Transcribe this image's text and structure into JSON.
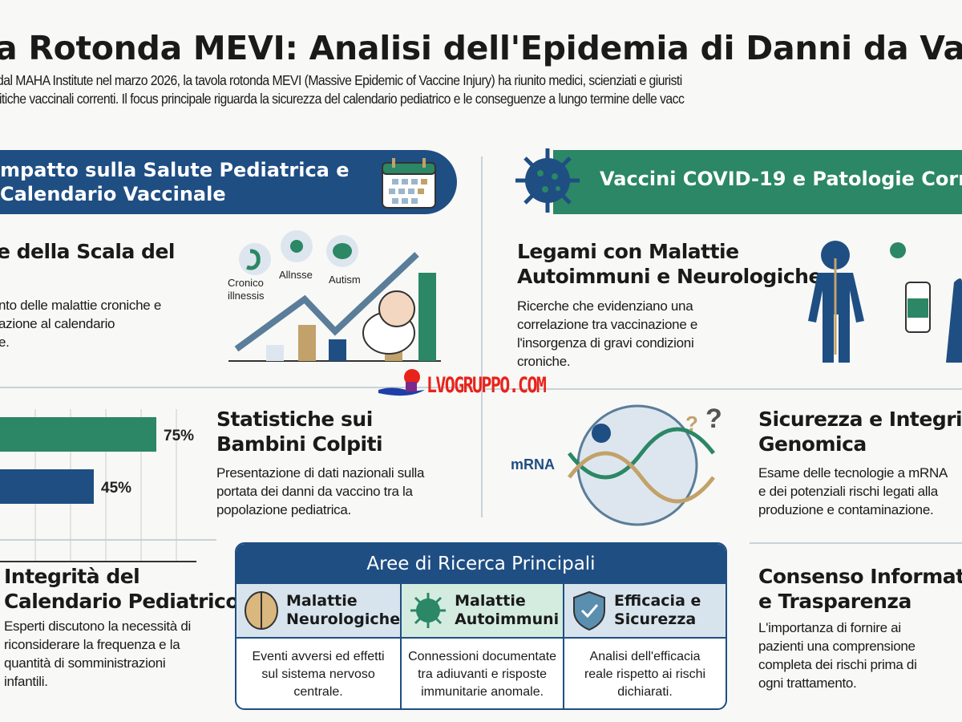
{
  "header": {
    "title": "a Rotonda MEVI: Analisi dell'Epidemia di Danni da Va",
    "subtitle_line1": "dal MAHA Institute nel marzo 2026, la tavola rotonda MEVI (Massive Epidemic of Vaccine Injury) ha riunito medici, scienziati e giuristi",
    "subtitle_line2": "litiche vaccinali correnti. Il focus principale riguarda la sicurezza del calendario pediatrico e le conseguenze a lungo termine delle vacc"
  },
  "left_banner": {
    "line1": "mpatto sulla Salute Pediatrica e",
    "line2": "Calendario Vaccinale",
    "icon": "calendar-icon"
  },
  "right_banner": {
    "title": "Vaccini COVID-19 e Patologie Corr",
    "icon": "virus-icon"
  },
  "scale_section": {
    "title": "e della Scala del",
    "desc": [
      "nto delle malattie croniche e",
      "azione al calendario",
      "e."
    ],
    "illustration_labels": [
      "Cronico",
      "illnessis",
      "Allnsse",
      "Autism"
    ]
  },
  "stats_section": {
    "title_line1": "Statistiche sui",
    "title_line2": "Bambini Colpiti",
    "desc": [
      "Presentazione di dati nazionali sulla",
      "portata dei danni da vaccino tra la",
      "popolazione pediatrica."
    ]
  },
  "chart_data": {
    "type": "bar",
    "orientation": "horizontal",
    "values": [
      75,
      45
    ],
    "data_labels": [
      "75%",
      "45%"
    ],
    "colors": [
      "#2b8765",
      "#1f4e83"
    ],
    "xlim": [
      0,
      100
    ],
    "grid": true
  },
  "links_section": {
    "title_line1": "Legami con Malattie",
    "title_line2": "Autoimmuni e Neurologiche",
    "desc": [
      "Ricerche che evidenziano una",
      "correlazione tra vaccinazione e",
      "l'insorgenza di gravi condizioni",
      "croniche."
    ]
  },
  "genomic_section": {
    "label": "mRNA",
    "title_line1": "Sicurezza e Integrità",
    "title_line2": "Genomica",
    "desc": [
      "Esame delle tecnologie a mRNA",
      "e dei potenziali rischi legati alla",
      "produzione e contaminazione."
    ]
  },
  "calendar_section": {
    "title_line1": "Integrità del",
    "title_line2": "Calendario Pediatrico",
    "desc": [
      "Esperti discutono la necessità di",
      "riconsiderare la frequenza e la",
      "quantità di somministrazioni",
      "infantili."
    ]
  },
  "consent_section": {
    "title_line1": "Consenso Informato",
    "title_line2": "e Trasparenza",
    "desc": [
      "L'importanza di fornire ai",
      "pazienti una comprensione",
      "completa dei rischi prima di",
      "ogni trattamento."
    ]
  },
  "research_table": {
    "title": "Aree di Ricerca Principali",
    "columns": [
      {
        "title1": "Malattie",
        "title2": "Neurologiche",
        "icon": "brain-icon",
        "desc": [
          "Eventi avversi ed effetti",
          "sul sistema nervoso",
          "centrale."
        ]
      },
      {
        "title1": "Malattie",
        "title2": "Autoimmuni",
        "icon": "virus-icon",
        "desc": [
          "Connessioni documentate",
          "tra adiuvanti e risposte",
          "immunitarie anomale."
        ]
      },
      {
        "title1": "Efficacia e",
        "title2": "Sicurezza",
        "icon": "shield-check-icon",
        "desc": [
          "Analisi dell'efficacia",
          "reale rispetto ai rischi",
          "dichiarati."
        ]
      }
    ]
  },
  "watermark": {
    "text": "LVOGRUPPO.COM"
  },
  "colors": {
    "blue": "#1f4e83",
    "green": "#2b8765",
    "tan": "#c2a26a",
    "watermark": "#e8231b"
  }
}
